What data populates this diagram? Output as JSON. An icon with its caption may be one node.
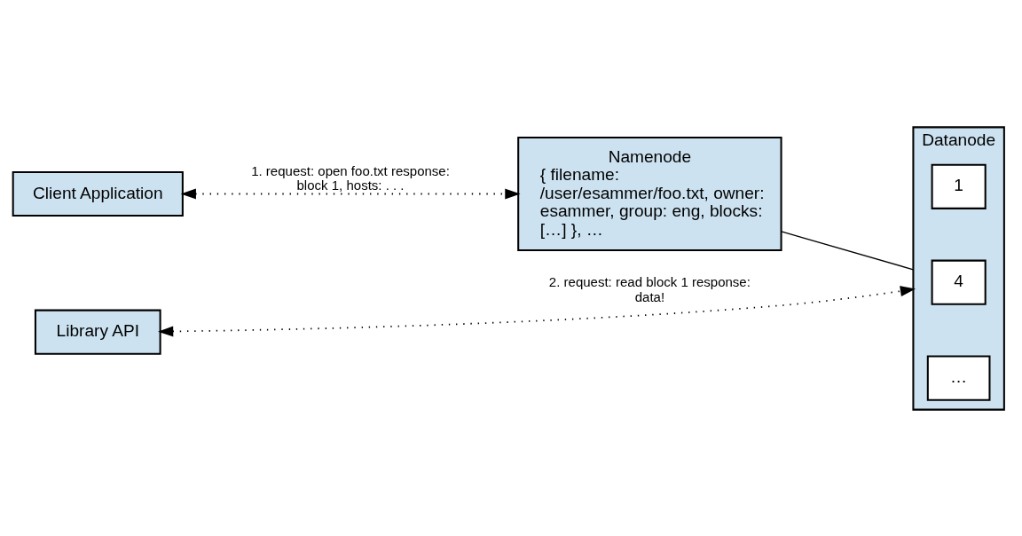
{
  "diagram": {
    "nodes": [
      {
        "text": [
          "Client Application"
        ]
      },
      {
        "text": [
          "Library API"
        ]
      },
      {
        "text": [
          "Namenode",
          "{ filename: /user/esammer/foo.txt, owner: esammer, group: eng, blocks: […] }, …"
        ]
      },
      {
        "text": [
          "Datanode"
        ]
      },
      {
        "text": [
          "1"
        ],
        "in": 3
      },
      {
        "text": [
          "4"
        ],
        "in": 3
      },
      {
        "text": [
          "…"
        ],
        "in": 3
      }
    ],
    "edges": [
      {
        "from": 0,
        "to": 2,
        "arrow": "both",
        "style": "dashed",
        "label": "1. request: open foo.txt response: block 1, hosts: . . ."
      },
      {
        "from": 1,
        "to": 3,
        "arrow": "both",
        "style": "dashed",
        "label": "2. request: read block 1 response: data!"
      },
      {
        "from": 2,
        "to": 3,
        "arrow": "none"
      }
    ]
  }
}
